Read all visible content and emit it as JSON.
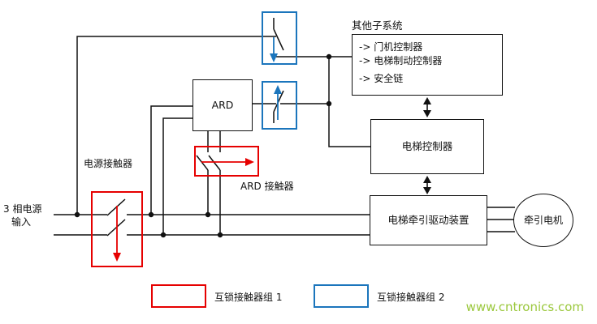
{
  "diagram": {
    "power_input": {
      "line1": "3 相电源",
      "line2": "输入"
    },
    "power_contactor_label": "电源接触器",
    "ard_label": "ARD",
    "ard_contactor_label": "ARD 接触器",
    "other_subsystems": {
      "title": "其他子系统",
      "items": [
        "-> 门机控制器",
        "-> 电梯制动控制器",
        "-> 安全链"
      ]
    },
    "elevator_controller": "电梯控制器",
    "traction_drive": "电梯牵引驱动装置",
    "motor": "牵引电机",
    "legend": {
      "group1": "互锁接触器组 1",
      "group2": "互锁接触器组 2"
    },
    "watermark": "www.cntronics.com",
    "colors": {
      "interlock_group1": "#e60000",
      "interlock_group2": "#1b75bc",
      "wire": "#111111",
      "watermark": "#9bc83d"
    }
  }
}
